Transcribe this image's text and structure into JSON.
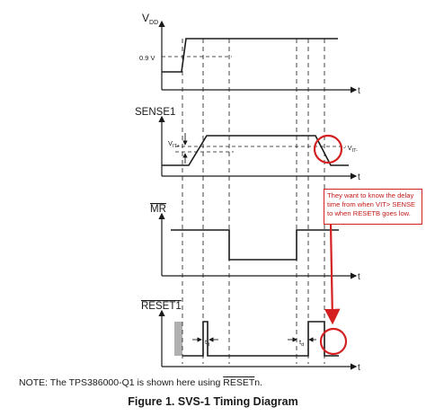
{
  "labels": {
    "vdd": "V",
    "vdd_sub": "DD",
    "v09": "0.9 V",
    "sense1": "SENSE1",
    "mr": "MR",
    "reset1": "RESET1",
    "t": "t",
    "vit_plus_main": "V",
    "vit_plus_sub": "IT+",
    "vit_minus_main": "- V",
    "vit_minus_sub": "IT-",
    "td_main": "t",
    "td_sub": "d"
  },
  "note": {
    "prefix": "NOTE: The TPS386000-Q1 is shown here using ",
    "overlined": "RESET",
    "suffix": "n."
  },
  "caption": "Figure 1.  SVS-1 Timing Diagram",
  "callout": "They want to know the delay time from when VIT> SENSE to when RESETB goes low.",
  "colors": {
    "line": "#1a1a1a",
    "annotation": "#d42020",
    "shade": "#b0b0b0"
  }
}
